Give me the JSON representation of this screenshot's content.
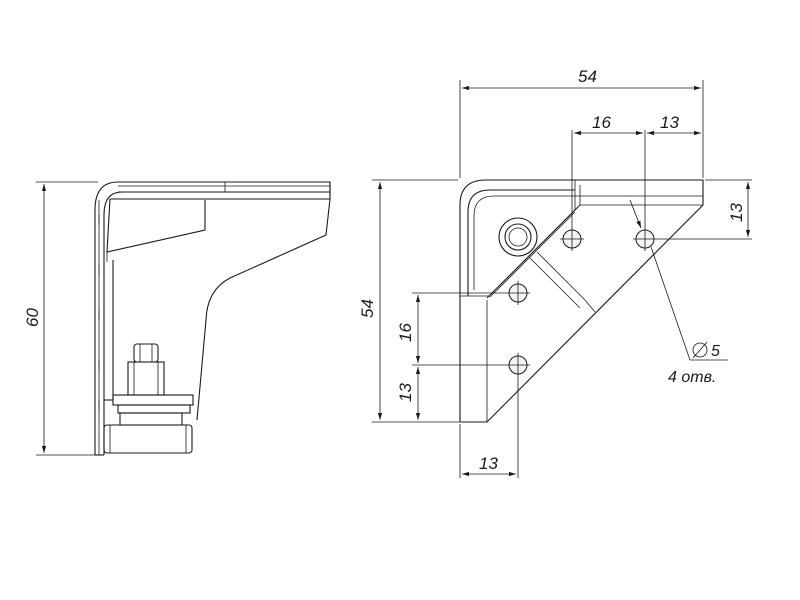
{
  "side_view": {
    "height_label": "60"
  },
  "front_view": {
    "width_label": "54",
    "height_label": "54",
    "top_offset_16": "16",
    "top_offset_13": "13",
    "right_offset_13": "13",
    "left_offset_16": "16",
    "left_offset_13": "13",
    "bottom_offset_13": "13",
    "hole_diameter": "5",
    "hole_count": "4 отв."
  },
  "colors": {
    "line": "#1a1a1a",
    "background": "#ffffff"
  }
}
